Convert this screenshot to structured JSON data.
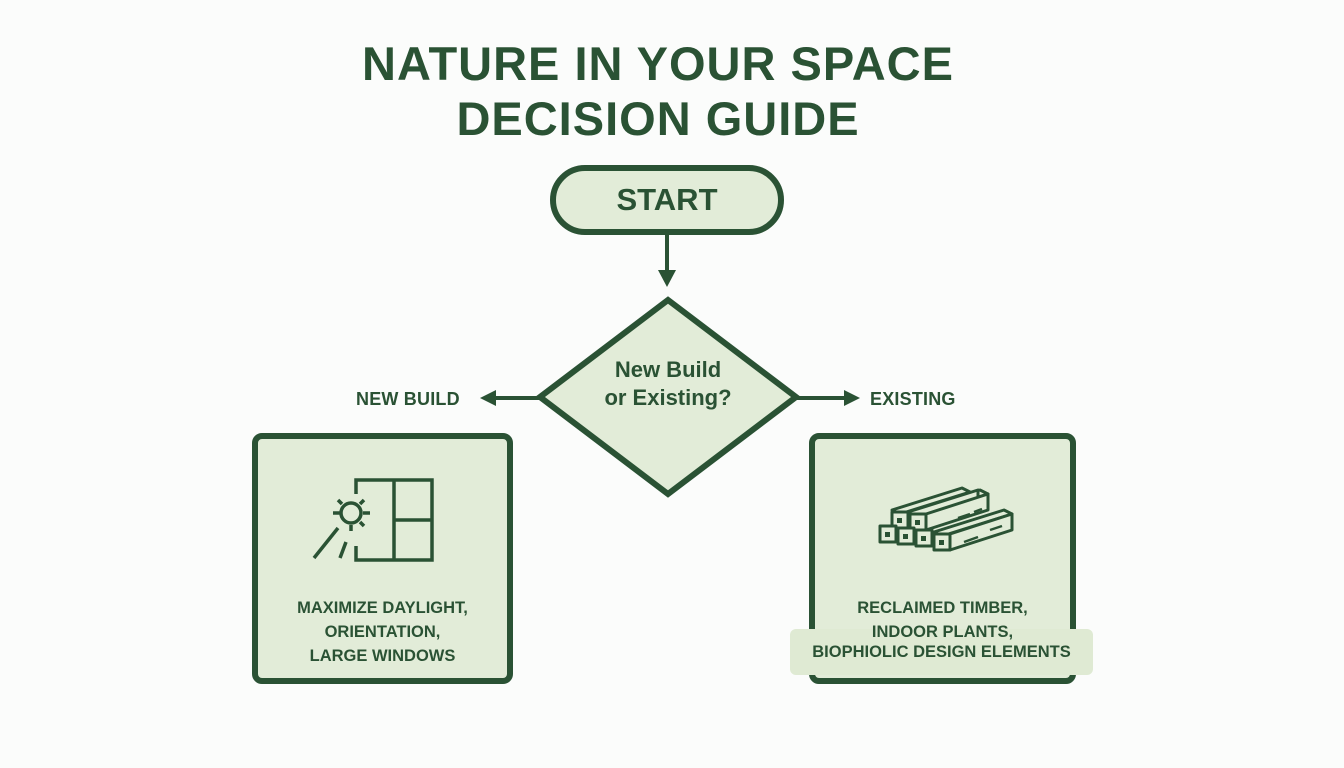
{
  "title": {
    "line1": "NATURE IN YOUR SPACE",
    "line2": "DECISION GUIDE"
  },
  "colors": {
    "primary": "#2a5234",
    "fill": "#e2ecd8",
    "background": "#fbfcfb"
  },
  "flow": {
    "start": {
      "label": "START"
    },
    "decision": {
      "line1": "New Build",
      "line2": "or Existing?"
    },
    "branches": {
      "left": {
        "label": "NEW BUILD",
        "icon": "sun-window-icon",
        "text": [
          "MAXIMIZE DAYLIGHT,",
          "ORIENTATION,",
          "LARGE WINDOWS"
        ]
      },
      "right": {
        "label": "EXISTING",
        "icon": "timber-stack-icon",
        "text": [
          "RECLAIMED TIMBER,",
          "INDOOR PLANTS,",
          "BIOPHIOLIC DESIGN ELEMENTS"
        ]
      }
    }
  }
}
